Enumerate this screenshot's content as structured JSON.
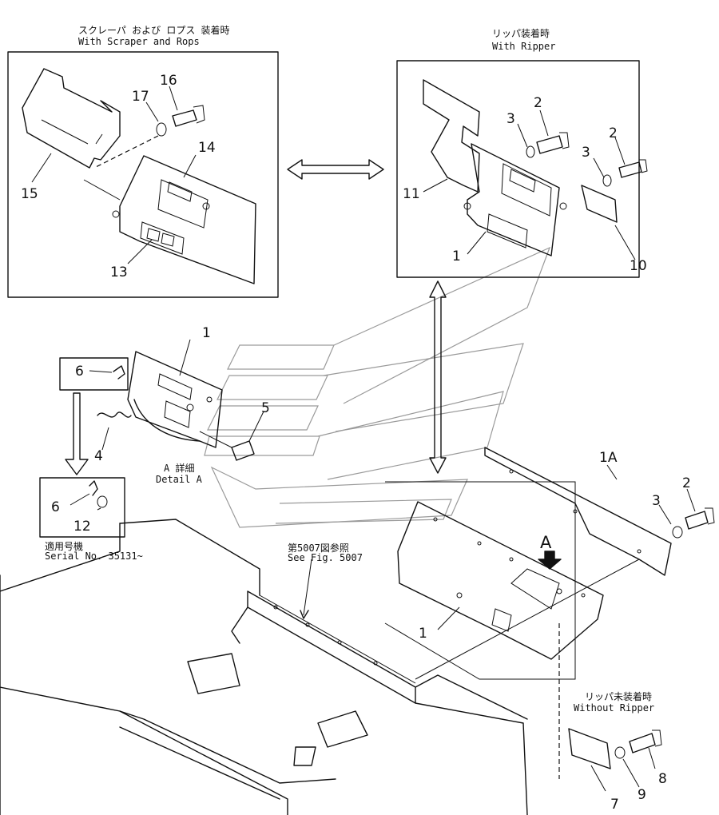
{
  "captions": {
    "scraper_jp": "スクレーパ および ロプス 装着時",
    "scraper_en": "With Scraper and Rops",
    "ripper_jp": "リッパ装着時",
    "ripper_en": "With Ripper",
    "detail_jp": "A 詳細",
    "detail_en": "Detail A",
    "serial_jp": "適用号機",
    "serial_en": "Serial No. 35131~",
    "see_jp": "第5007図参照",
    "see_en": "See Fig. 5007",
    "no_ripper_jp": "リッパ未装着時",
    "no_ripper_en": "Without Ripper",
    "arrow_a": "A"
  },
  "callouts": {
    "n1": "1",
    "n1a": "1A",
    "n2": "2",
    "n3": "3",
    "n4": "4",
    "n5": "5",
    "n6": "6",
    "n7": "7",
    "n8": "8",
    "n9": "9",
    "n10": "10",
    "n11": "11",
    "n12": "12",
    "n13": "13",
    "n14": "14",
    "n15": "15",
    "n16": "16",
    "n17": "17"
  }
}
